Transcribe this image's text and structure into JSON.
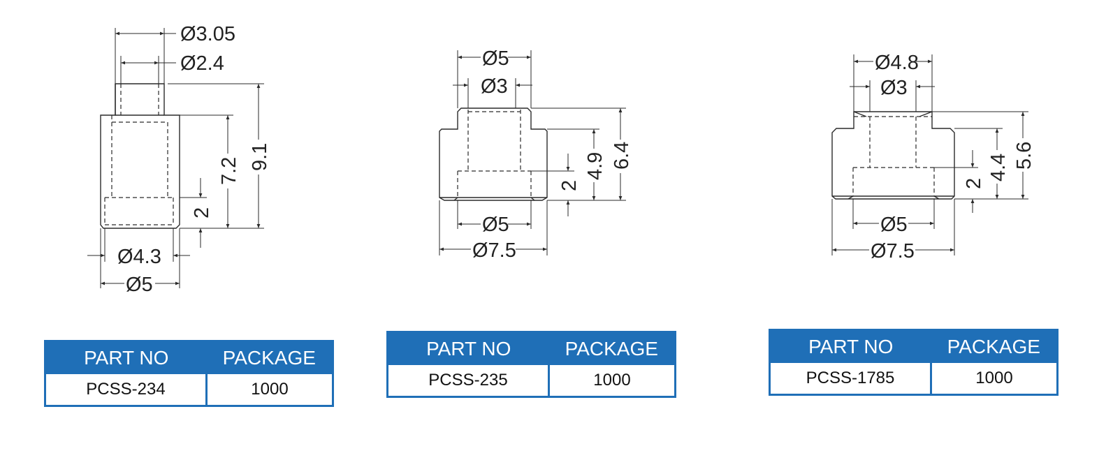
{
  "parts": [
    {
      "header": {
        "part_no": "PART NO",
        "package": "PACKAGE"
      },
      "row": {
        "part_no": "PCSS-234",
        "package": "1000"
      },
      "dims": {
        "top_outer": "Ø3.05",
        "top_inner": "Ø2.4",
        "bottom_inner": "Ø4.3",
        "bottom_outer": "Ø5",
        "height_a": "7.2",
        "height_b": "9.1",
        "height_c": "2"
      }
    },
    {
      "header": {
        "part_no": "PART NO",
        "package": "PACKAGE"
      },
      "row": {
        "part_no": "PCSS-235",
        "package": "1000"
      },
      "dims": {
        "top_outer": "Ø5",
        "top_inner": "Ø3",
        "bottom_inner": "Ø5",
        "bottom_outer": "Ø7.5",
        "height_a": "4.9",
        "height_b": "6.4",
        "height_c": "2"
      }
    },
    {
      "header": {
        "part_no": "PART NO",
        "package": "PACKAGE"
      },
      "row": {
        "part_no": "PCSS-1785",
        "package": "1000"
      },
      "dims": {
        "top_outer": "Ø4.8",
        "top_inner": "Ø3",
        "bottom_inner": "Ø5",
        "bottom_outer": "Ø7.5",
        "height_a": "4.4",
        "height_b": "5.6",
        "height_c": "2"
      }
    }
  ],
  "colors": {
    "table_blue": "#1f6fb7",
    "line": "#2a2a2a"
  }
}
